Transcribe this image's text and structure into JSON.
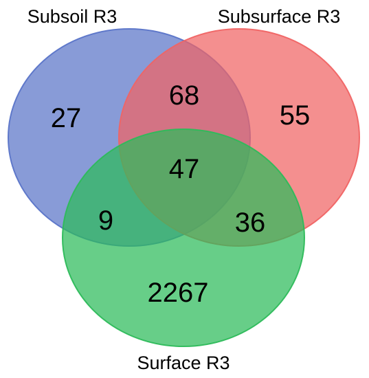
{
  "diagram": {
    "type": "venn-3",
    "sets": [
      {
        "key": "subsoil",
        "label": "Subsoil R3",
        "color": "#5a74c8"
      },
      {
        "key": "subsurface",
        "label": "Subsurface R3",
        "color": "#f06464"
      },
      {
        "key": "surface",
        "label": "Surface R3",
        "color": "#2dbb5a"
      }
    ],
    "regions": {
      "subsoil_only": "27",
      "subsurface_only": "55",
      "surface_only": "2267",
      "subsoil_subsurface": "68",
      "subsoil_surface": "9",
      "subsurface_surface": "36",
      "all_three": "47"
    }
  }
}
